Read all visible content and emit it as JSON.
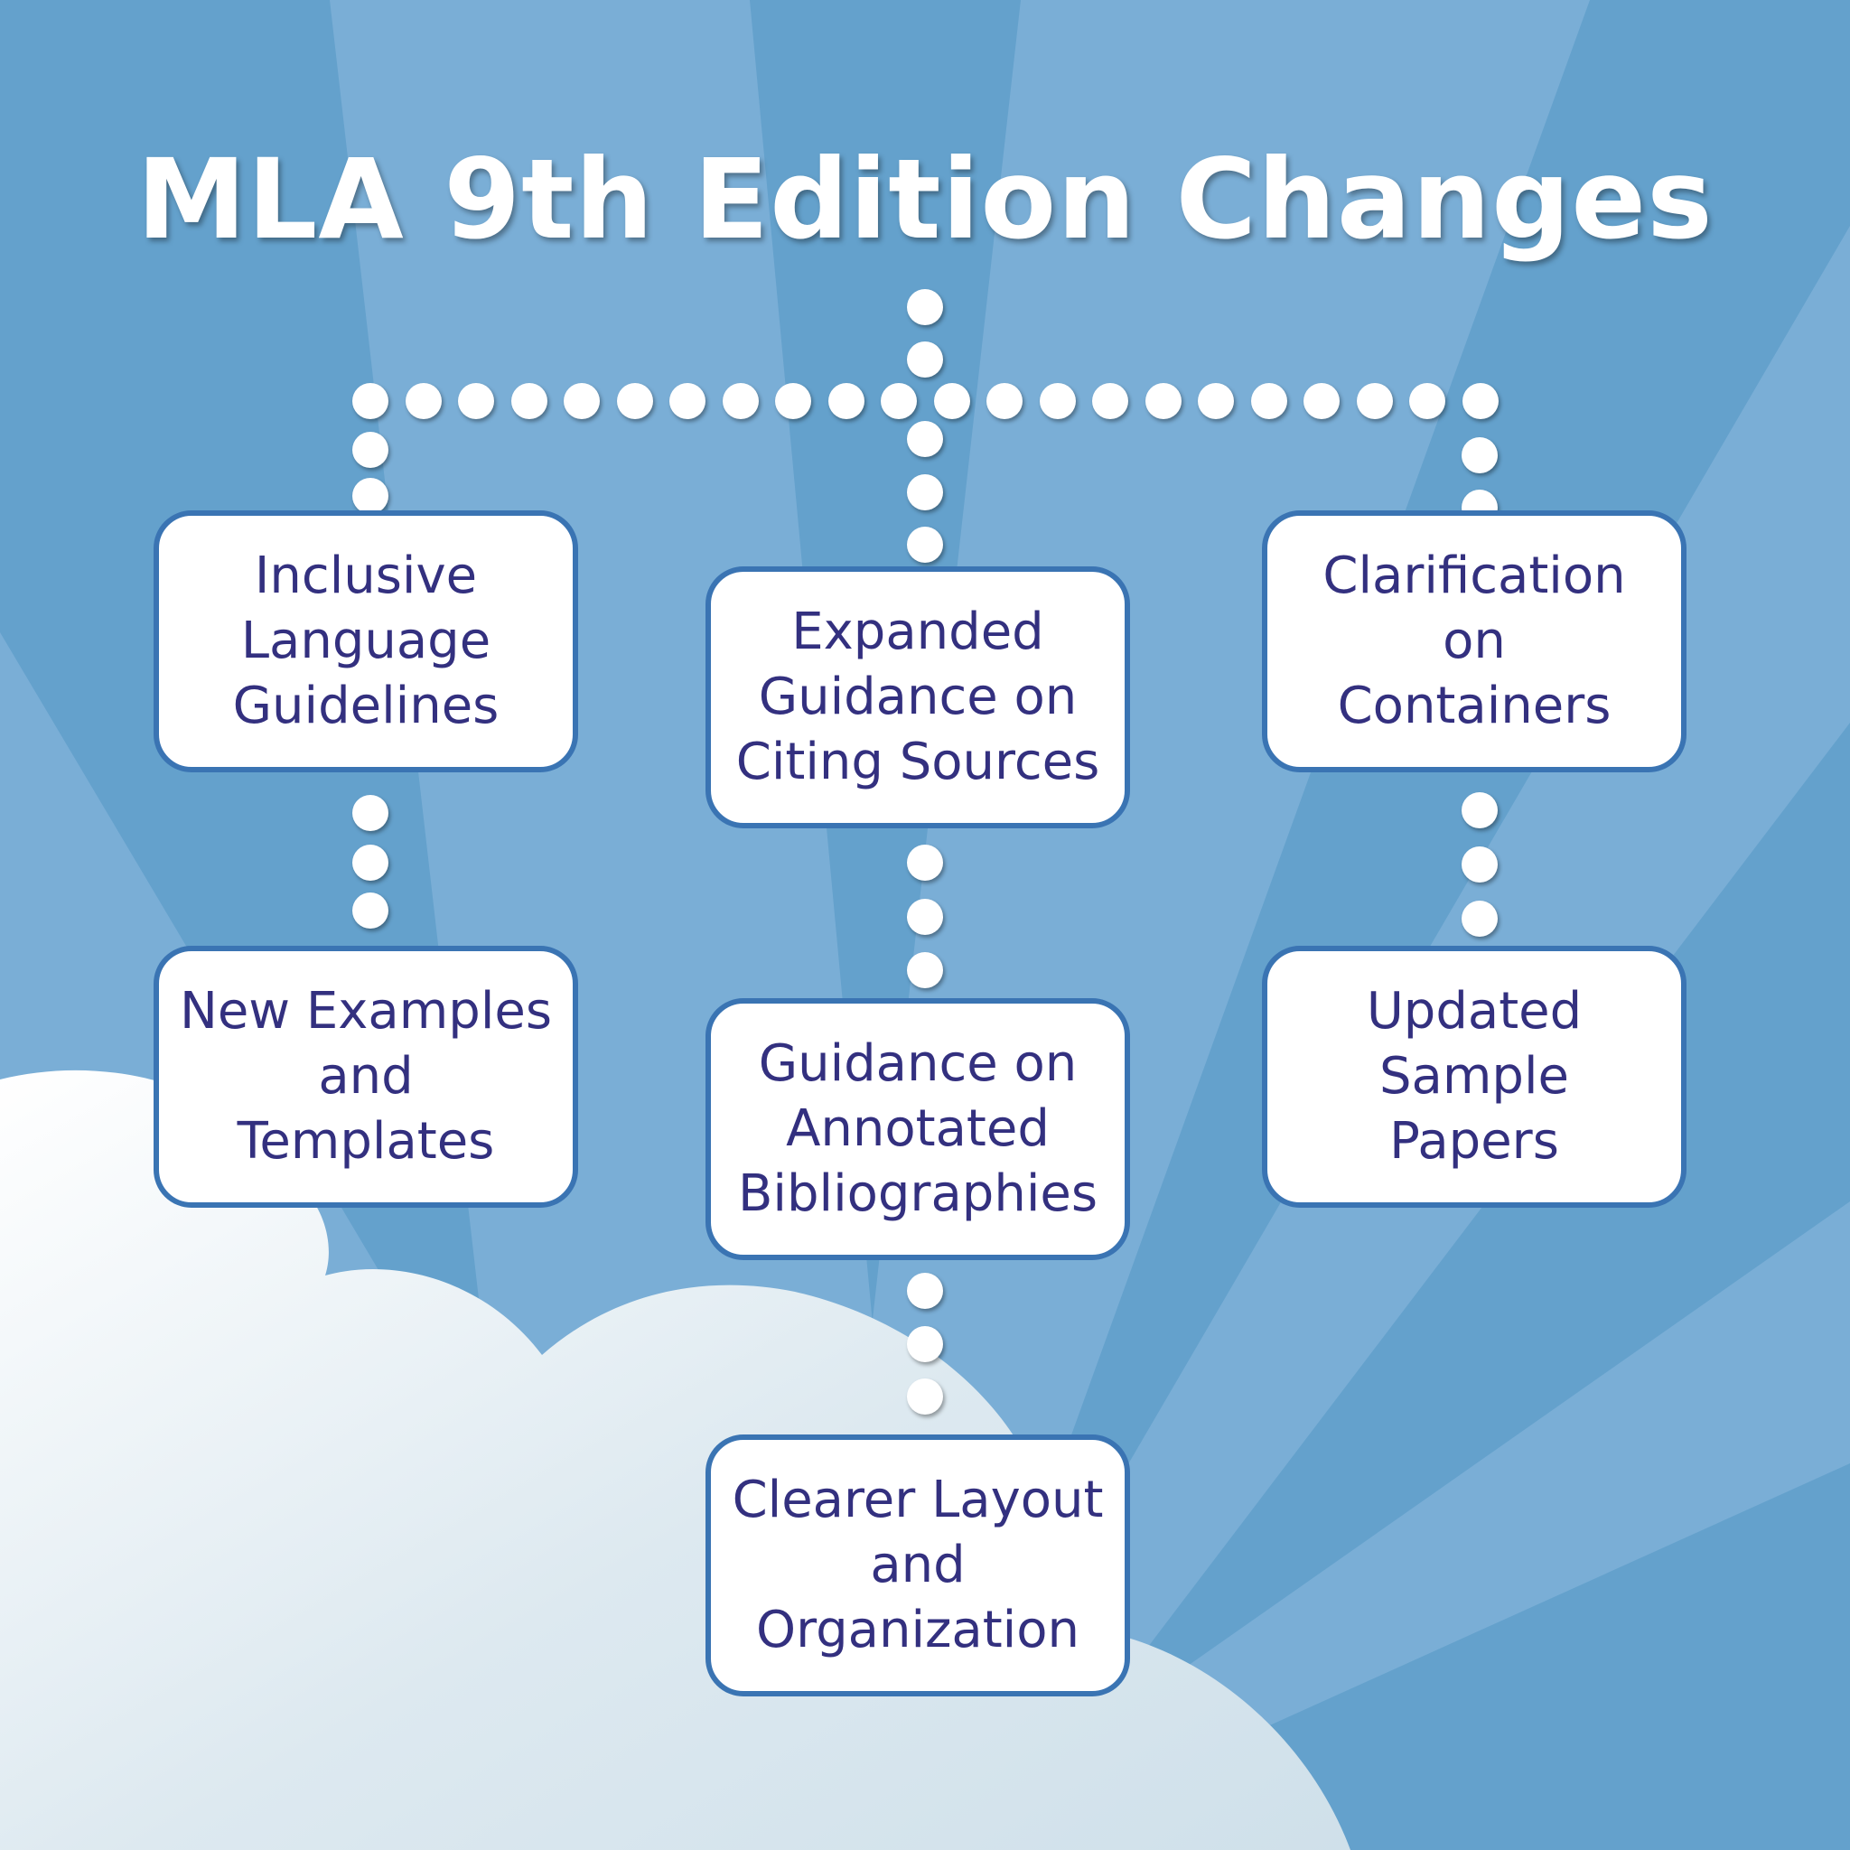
{
  "title": "MLA 9th Edition Changes",
  "colors": {
    "background": "#64a1cc",
    "ray": "#7aaed6",
    "box_border": "#3a74b3",
    "box_text": "#33307f"
  },
  "boxes": [
    {
      "label": "Inclusive\nLanguage\nGuidelines"
    },
    {
      "label": "Expanded\nGuidance on\nCiting Sources"
    },
    {
      "label": "Clarification\non\nContainers"
    },
    {
      "label": "New Examples\nand\nTemplates"
    },
    {
      "label": "Guidance on\nAnnotated\nBibliographies"
    },
    {
      "label": "Updated\nSample\nPapers"
    },
    {
      "label": "Clearer Layout\nand\nOrganization"
    }
  ]
}
